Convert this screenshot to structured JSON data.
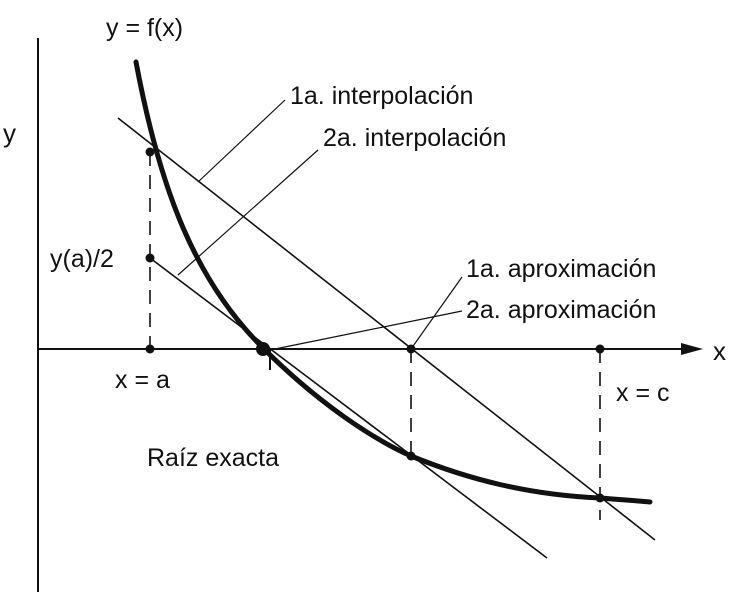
{
  "labels": {
    "function": "y = f(x)",
    "y_axis": "y",
    "x_axis": "x",
    "interp1": "1a. interpolación",
    "interp2": "2a. interpolación",
    "half_ya": "y(a)/2",
    "approx1": "1a. aproximación",
    "approx2": "2a. aproximación",
    "x_a": "x = a",
    "x_c": "x = c",
    "root": "Raíz exacta"
  },
  "colors": {
    "ink": "#111111",
    "background": "#ffffff"
  }
}
